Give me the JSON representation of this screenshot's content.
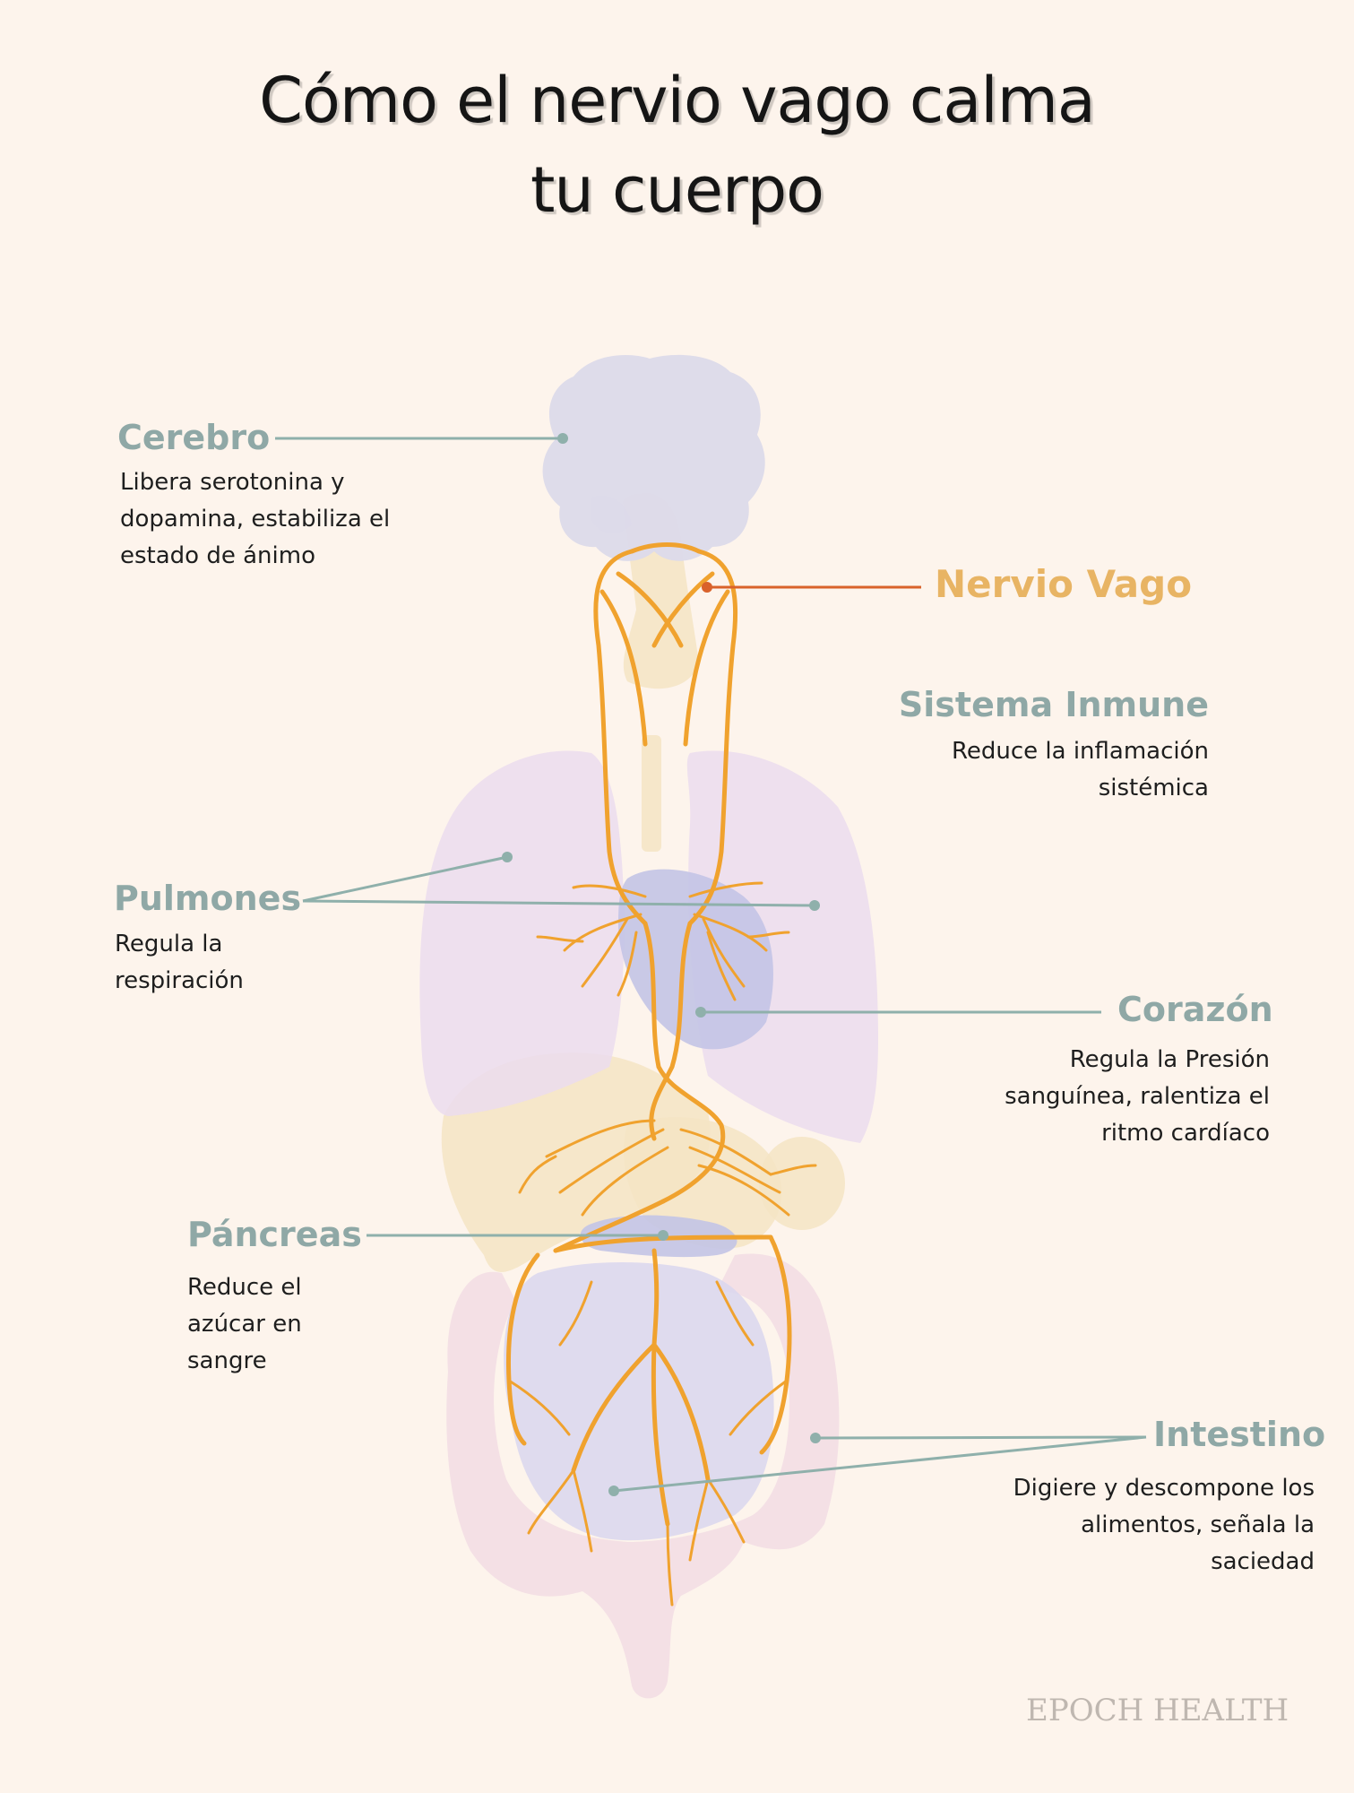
{
  "title": {
    "line1": "Cómo el nervio vago calma",
    "line2": "tu cuerpo"
  },
  "labels": {
    "cerebro": {
      "name": "Cerebro",
      "lines": [
        "Libera serotonina y",
        "dopamina, estabiliza el",
        "estado de ánimo"
      ]
    },
    "nervio_vago": {
      "name": "Nervio Vago"
    },
    "sistema_inmune": {
      "name": "Sistema Inmune",
      "lines": [
        "Reduce la inflamación",
        "sistémica"
      ]
    },
    "pulmones": {
      "name": "Pulmones",
      "lines": [
        "Regula la",
        "respiración"
      ]
    },
    "corazon": {
      "name": "Corazón",
      "lines": [
        "Regula la Presión",
        "sanguínea, ralentiza el",
        "ritmo cardíaco"
      ]
    },
    "pancreas": {
      "name": "Páncreas",
      "lines": [
        "Reduce el",
        "azúcar en",
        "sangre"
      ]
    },
    "intestino": {
      "name": "Intestino",
      "lines": [
        "Digiere y descompone los",
        "alimentos, señala la",
        "saciedad"
      ]
    }
  },
  "logo": "EPOCH HEALTH",
  "colors": {
    "background": "#fdf4ec",
    "label": "#8fa8a6",
    "leader_line": "#8fb0ab",
    "nerve": "#f0a22e",
    "nervio_vago_label": "#e8b464",
    "nervio_vago_pointer": "#d9622b",
    "brain": "#dcdaea",
    "lungs": "#ebdcee",
    "heart": "#c3c4e6",
    "liver": "#f5e4c4",
    "intestines": "#d9d6ee",
    "colon": "#f1dbe4"
  }
}
